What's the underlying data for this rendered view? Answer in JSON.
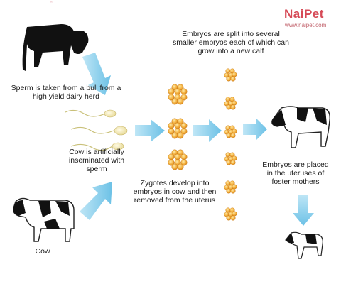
{
  "logo": {
    "name": "NaiPet",
    "url": "www.naipet.com"
  },
  "steps": {
    "sperm": "Sperm is taken from a bull from a high yield dairy herd",
    "insemination": "Cow is artificially inseminated with sperm",
    "cow": "Cow",
    "zygotes": "Zygotes develop into embryos in cow and then removed from the uterus",
    "split": "Embryos are split into several smaller embryos each of which can grow into a new calf",
    "placed": "Embryos are placed in the uteruses of foster mothers"
  },
  "colors": {
    "arrow": "#7ecbea",
    "embryo": "#f0a234",
    "logo": "#d64a57"
  }
}
